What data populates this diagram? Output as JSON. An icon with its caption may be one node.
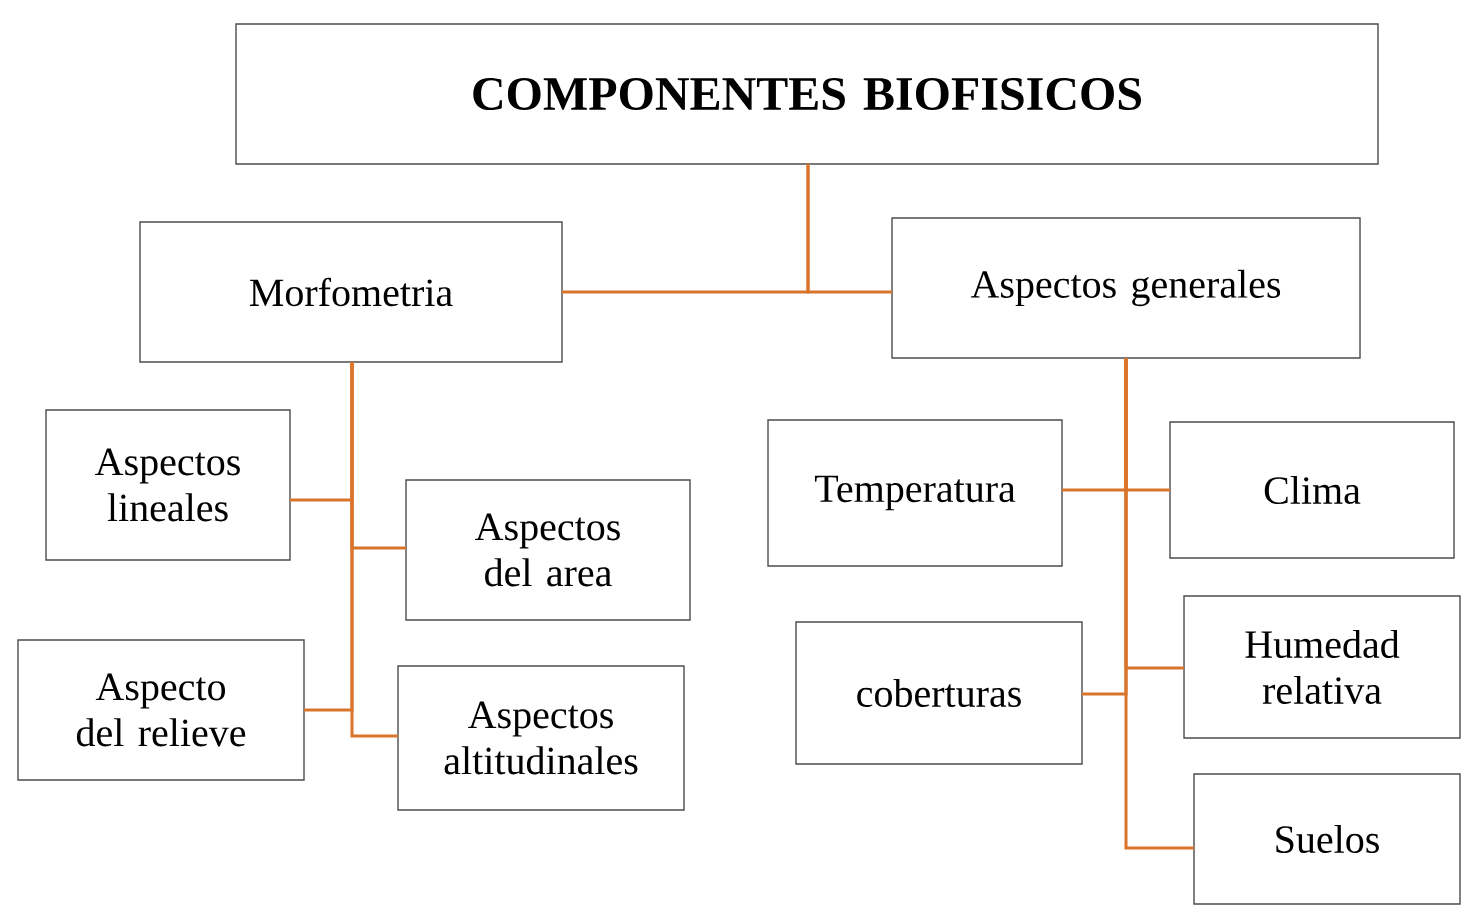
{
  "diagram": {
    "nodes": [
      {
        "text": [
          "COMPONENTES BIOFISICOS"
        ]
      },
      {
        "text": [
          "Morfometria"
        ]
      },
      {
        "text": [
          "Aspectos generales"
        ]
      },
      {
        "text": [
          "Aspectos lineales"
        ]
      },
      {
        "text": [
          "Aspectos del area"
        ]
      },
      {
        "text": [
          "Aspecto del relieve"
        ]
      },
      {
        "text": [
          "Aspectos altitudinales"
        ]
      },
      {
        "text": [
          "Temperatura"
        ]
      },
      {
        "text": [
          "Clima"
        ]
      },
      {
        "text": [
          "coberturas"
        ]
      },
      {
        "text": [
          "Humedad relativa"
        ]
      },
      {
        "text": [
          "Suelos"
        ]
      }
    ],
    "edges": [
      {
        "from": 0,
        "to": 1,
        "arrow": "none"
      },
      {
        "from": 0,
        "to": 2,
        "arrow": "none"
      },
      {
        "from": 1,
        "to": 3,
        "arrow": "none"
      },
      {
        "from": 1,
        "to": 4,
        "arrow": "none"
      },
      {
        "from": 1,
        "to": 5,
        "arrow": "none"
      },
      {
        "from": 1,
        "to": 6,
        "arrow": "none"
      },
      {
        "from": 2,
        "to": 7,
        "arrow": "none"
      },
      {
        "from": 2,
        "to": 8,
        "arrow": "none"
      },
      {
        "from": 2,
        "to": 9,
        "arrow": "none"
      },
      {
        "from": 2,
        "to": 10,
        "arrow": "none"
      },
      {
        "from": 2,
        "to": 11,
        "arrow": "none"
      }
    ]
  }
}
